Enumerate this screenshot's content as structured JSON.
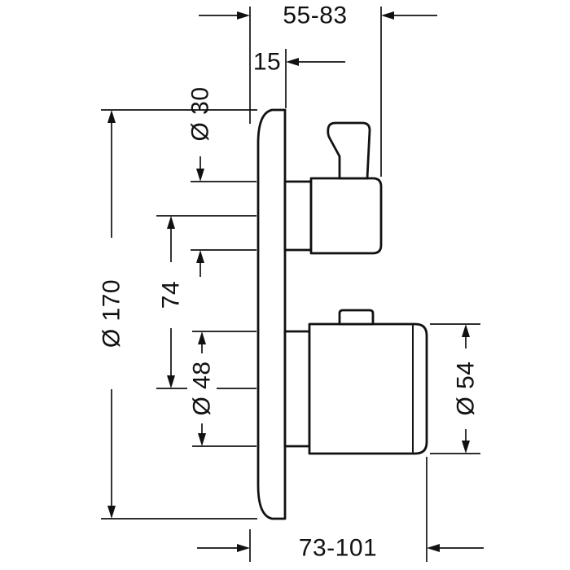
{
  "drawing": {
    "kind": "technical-dimension-diagram",
    "background_color": "#ffffff",
    "line_color": "#111111",
    "labels": {
      "dim_top_reach": "55-83",
      "dim_wall_offset": "15",
      "dim_handle_diameter": "Ø 30",
      "dim_center_distance": "74",
      "dim_stem_diameter": "Ø 48",
      "dim_plate_diameter": "Ø 170",
      "dim_knob_diameter": "Ø 54",
      "dim_depth_range": "73-101"
    }
  }
}
